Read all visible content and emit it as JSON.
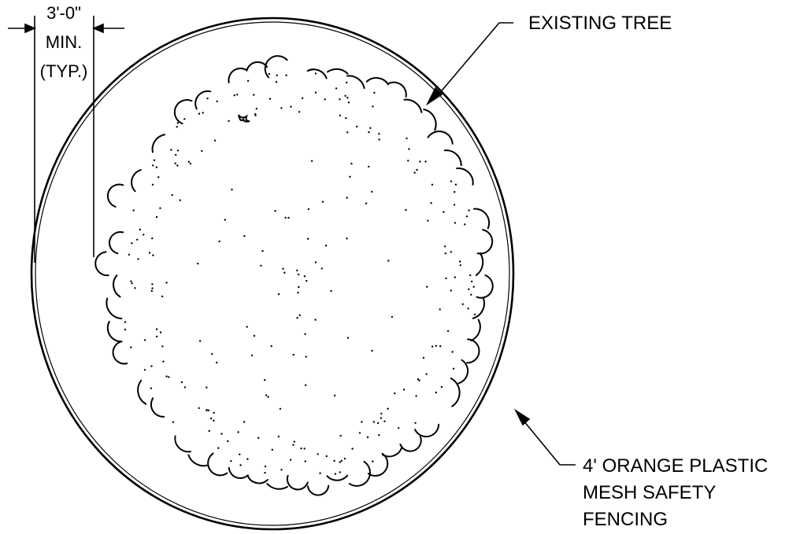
{
  "dimension": {
    "line1": "3'-0\"",
    "line2": "MIN.",
    "line3": "(TYP.)"
  },
  "tree_label": "EXISTING TREE",
  "fence_label": {
    "line1": "4' ORANGE PLASTIC",
    "line2": "MESH SAFETY",
    "line3": "FENCING"
  },
  "colors": {
    "ink": "#000000",
    "background": "#ffffff"
  }
}
